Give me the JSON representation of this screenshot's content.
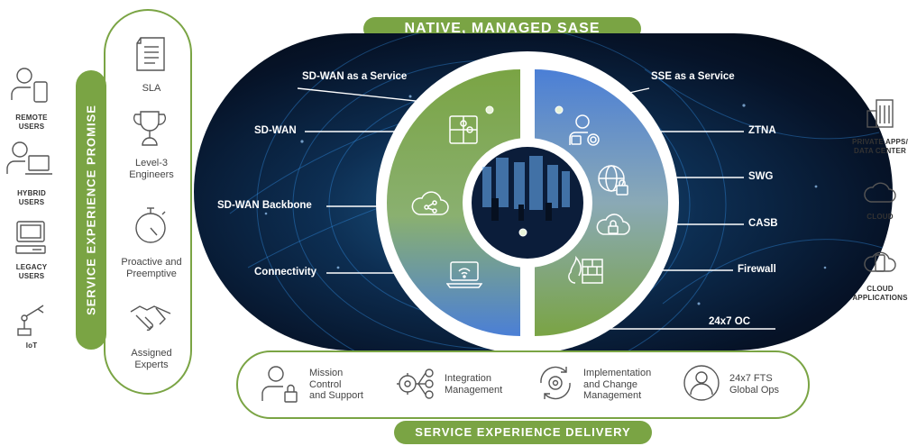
{
  "top_banner": "NATIVE, MANAGED SASE",
  "bottom_banner": "SERVICE EXPERIENCE DELIVERY",
  "promise_label": "SERVICE EXPERIENCE PROMISE",
  "promise_items": [
    {
      "label": "SLA",
      "icon": "document-icon"
    },
    {
      "label": "Level-3\nEngineers",
      "icon": "trophy-icon"
    },
    {
      "label": "Proactive and\nPreemptive",
      "icon": "stopwatch-icon"
    },
    {
      "label": "Assigned\nExperts",
      "icon": "handshake-icon"
    }
  ],
  "users": [
    {
      "label": "REMOTE\nUSERS",
      "icon": "remote-user-icon"
    },
    {
      "label": "HYBRID\nUSERS",
      "icon": "hybrid-user-icon"
    },
    {
      "label": "LEGACY\nUSERS",
      "icon": "legacy-computer-icon"
    },
    {
      "label": "IoT",
      "icon": "robot-arm-icon"
    }
  ],
  "destinations": [
    {
      "label": "PRIVATE APPS/\nDATA CENTER",
      "icon": "building-icon"
    },
    {
      "label": "CLOUD",
      "icon": "cloud-icon"
    },
    {
      "label": "CLOUD\nAPPLICATIONS",
      "icon": "cloud-app-icon"
    }
  ],
  "left_labels": [
    "SD-WAN as a Service",
    "SD-WAN",
    "SD-WAN Backbone",
    "Connectivity"
  ],
  "right_labels": [
    "SSE as a Service",
    "ZTNA",
    "SWG",
    "CASB",
    "Firewall",
    "24x7 OC"
  ],
  "delivery_items": [
    {
      "label": "Mission\nControl\nand Support",
      "icon": "user-lock-icon"
    },
    {
      "label": "Integration\nManagement",
      "icon": "gears-network-icon"
    },
    {
      "label": "Implementation\nand Change\nManagement",
      "icon": "gear-cycle-icon"
    },
    {
      "label": "24x7 FTS\nGlobal Ops",
      "icon": "global-ops-icon"
    }
  ],
  "colors": {
    "green": "#7aa444",
    "blue": "#4b7fd6",
    "dark": "#0a1a33"
  }
}
